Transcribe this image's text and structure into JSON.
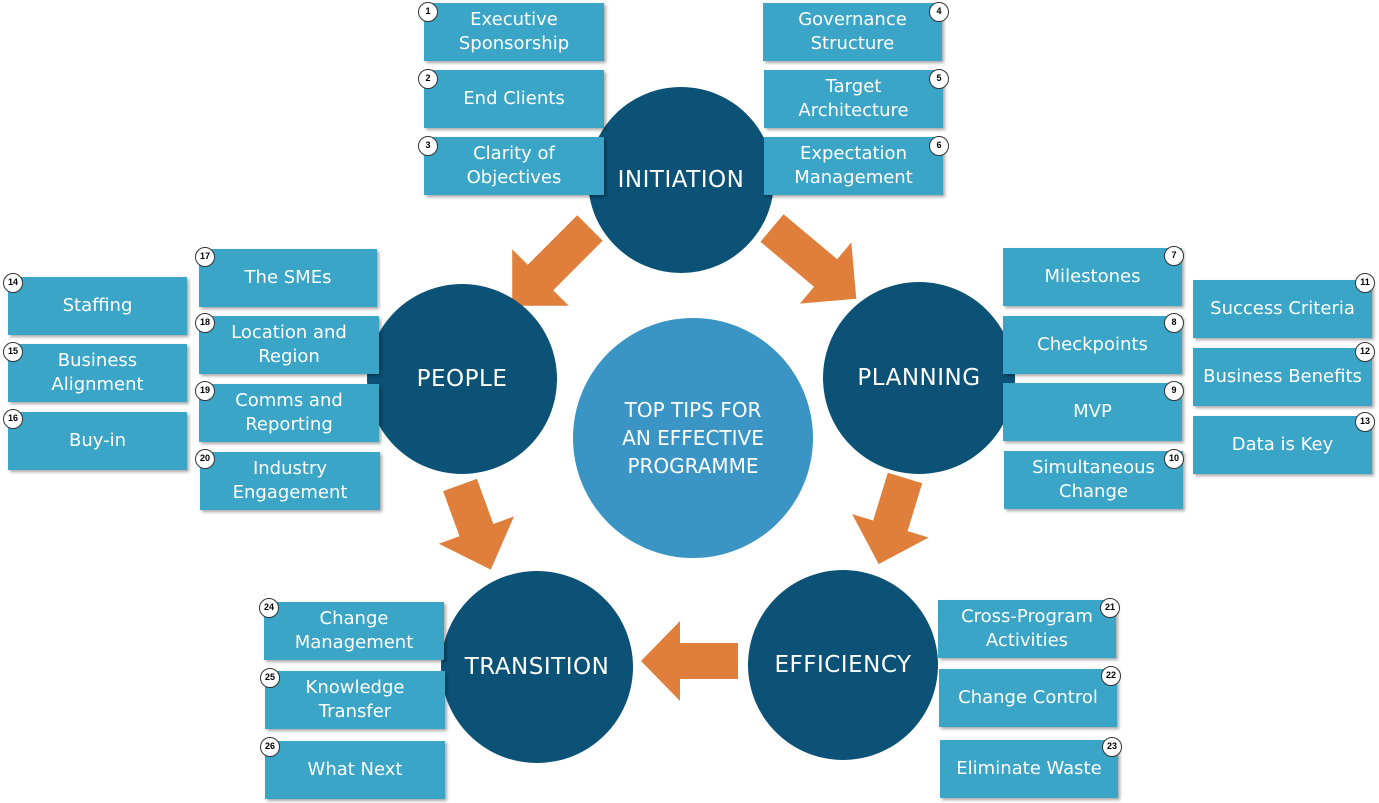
{
  "center": {
    "label": "TOP TIPS FOR\nAN EFFECTIVE\nPROGRAMME"
  },
  "phases": {
    "initiation": "INITIATION",
    "planning": "PLANNING",
    "efficiency": "EFFICIENCY",
    "transition": "TRANSITION",
    "people": "PEOPLE"
  },
  "tips": [
    {
      "num": "1",
      "label": "Executive\nSponsorship"
    },
    {
      "num": "2",
      "label": "End Clients"
    },
    {
      "num": "3",
      "label": "Clarity of\nObjectives"
    },
    {
      "num": "4",
      "label": "Governance\nStructure"
    },
    {
      "num": "5",
      "label": "Target\nArchitecture"
    },
    {
      "num": "6",
      "label": "Expectation\nManagement"
    },
    {
      "num": "7",
      "label": "Milestones"
    },
    {
      "num": "8",
      "label": "Checkpoints"
    },
    {
      "num": "9",
      "label": "MVP"
    },
    {
      "num": "10",
      "label": "Simultaneous\nChange"
    },
    {
      "num": "11",
      "label": "Success Criteria"
    },
    {
      "num": "12",
      "label": "Business Benefits"
    },
    {
      "num": "13",
      "label": "Data is Key"
    },
    {
      "num": "14",
      "label": "Staffing"
    },
    {
      "num": "15",
      "label": "Business\nAlignment"
    },
    {
      "num": "16",
      "label": "Buy-in"
    },
    {
      "num": "17",
      "label": "The SMEs"
    },
    {
      "num": "18",
      "label": "Location and\nRegion"
    },
    {
      "num": "19",
      "label": "Comms and\nReporting"
    },
    {
      "num": "20",
      "label": "Industry\nEngagement"
    },
    {
      "num": "21",
      "label": "Cross-Program\nActivities"
    },
    {
      "num": "22",
      "label": "Change Control"
    },
    {
      "num": "23",
      "label": "Eliminate Waste"
    },
    {
      "num": "24",
      "label": "Change\nManagement"
    },
    {
      "num": "25",
      "label": "Knowledge\nTransfer"
    },
    {
      "num": "26",
      "label": "What Next"
    }
  ],
  "colors": {
    "phase_circle": "#0b5276",
    "center_circle": "#3a94c4",
    "tip_box": "#3aa5c6",
    "arrow": "#e07f3c"
  }
}
